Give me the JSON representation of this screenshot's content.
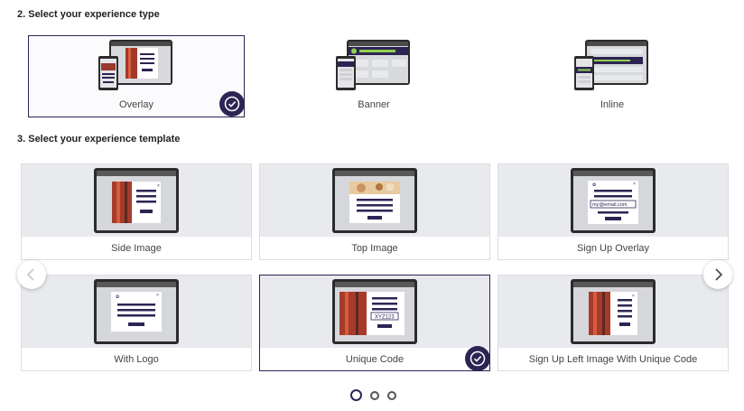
{
  "sections": {
    "type_heading": "2. Select your experience type",
    "template_heading": "3. Select your experience template"
  },
  "experience_types": [
    {
      "label": "Overlay",
      "selected": true
    },
    {
      "label": "Banner",
      "selected": false
    },
    {
      "label": "Inline",
      "selected": false
    }
  ],
  "templates": [
    {
      "label": "Side Image",
      "selected": false
    },
    {
      "label": "Top Image",
      "selected": false
    },
    {
      "label": "Sign Up Overlay",
      "selected": false,
      "sample_email": "my@email.com"
    },
    {
      "label": "With Logo",
      "selected": false
    },
    {
      "label": "Unique Code",
      "selected": true,
      "sample_code": "XYZ123"
    },
    {
      "label": "Sign Up Left Image With Unique Code",
      "selected": false
    }
  ],
  "carousel": {
    "prev_icon": "chevron-left-icon",
    "next_icon": "chevron-right-icon",
    "pages": 3,
    "current_page": 1
  },
  "colors": {
    "accent": "#2e2454",
    "card_bg": "#e8eaee",
    "green": "#8fd14f"
  }
}
